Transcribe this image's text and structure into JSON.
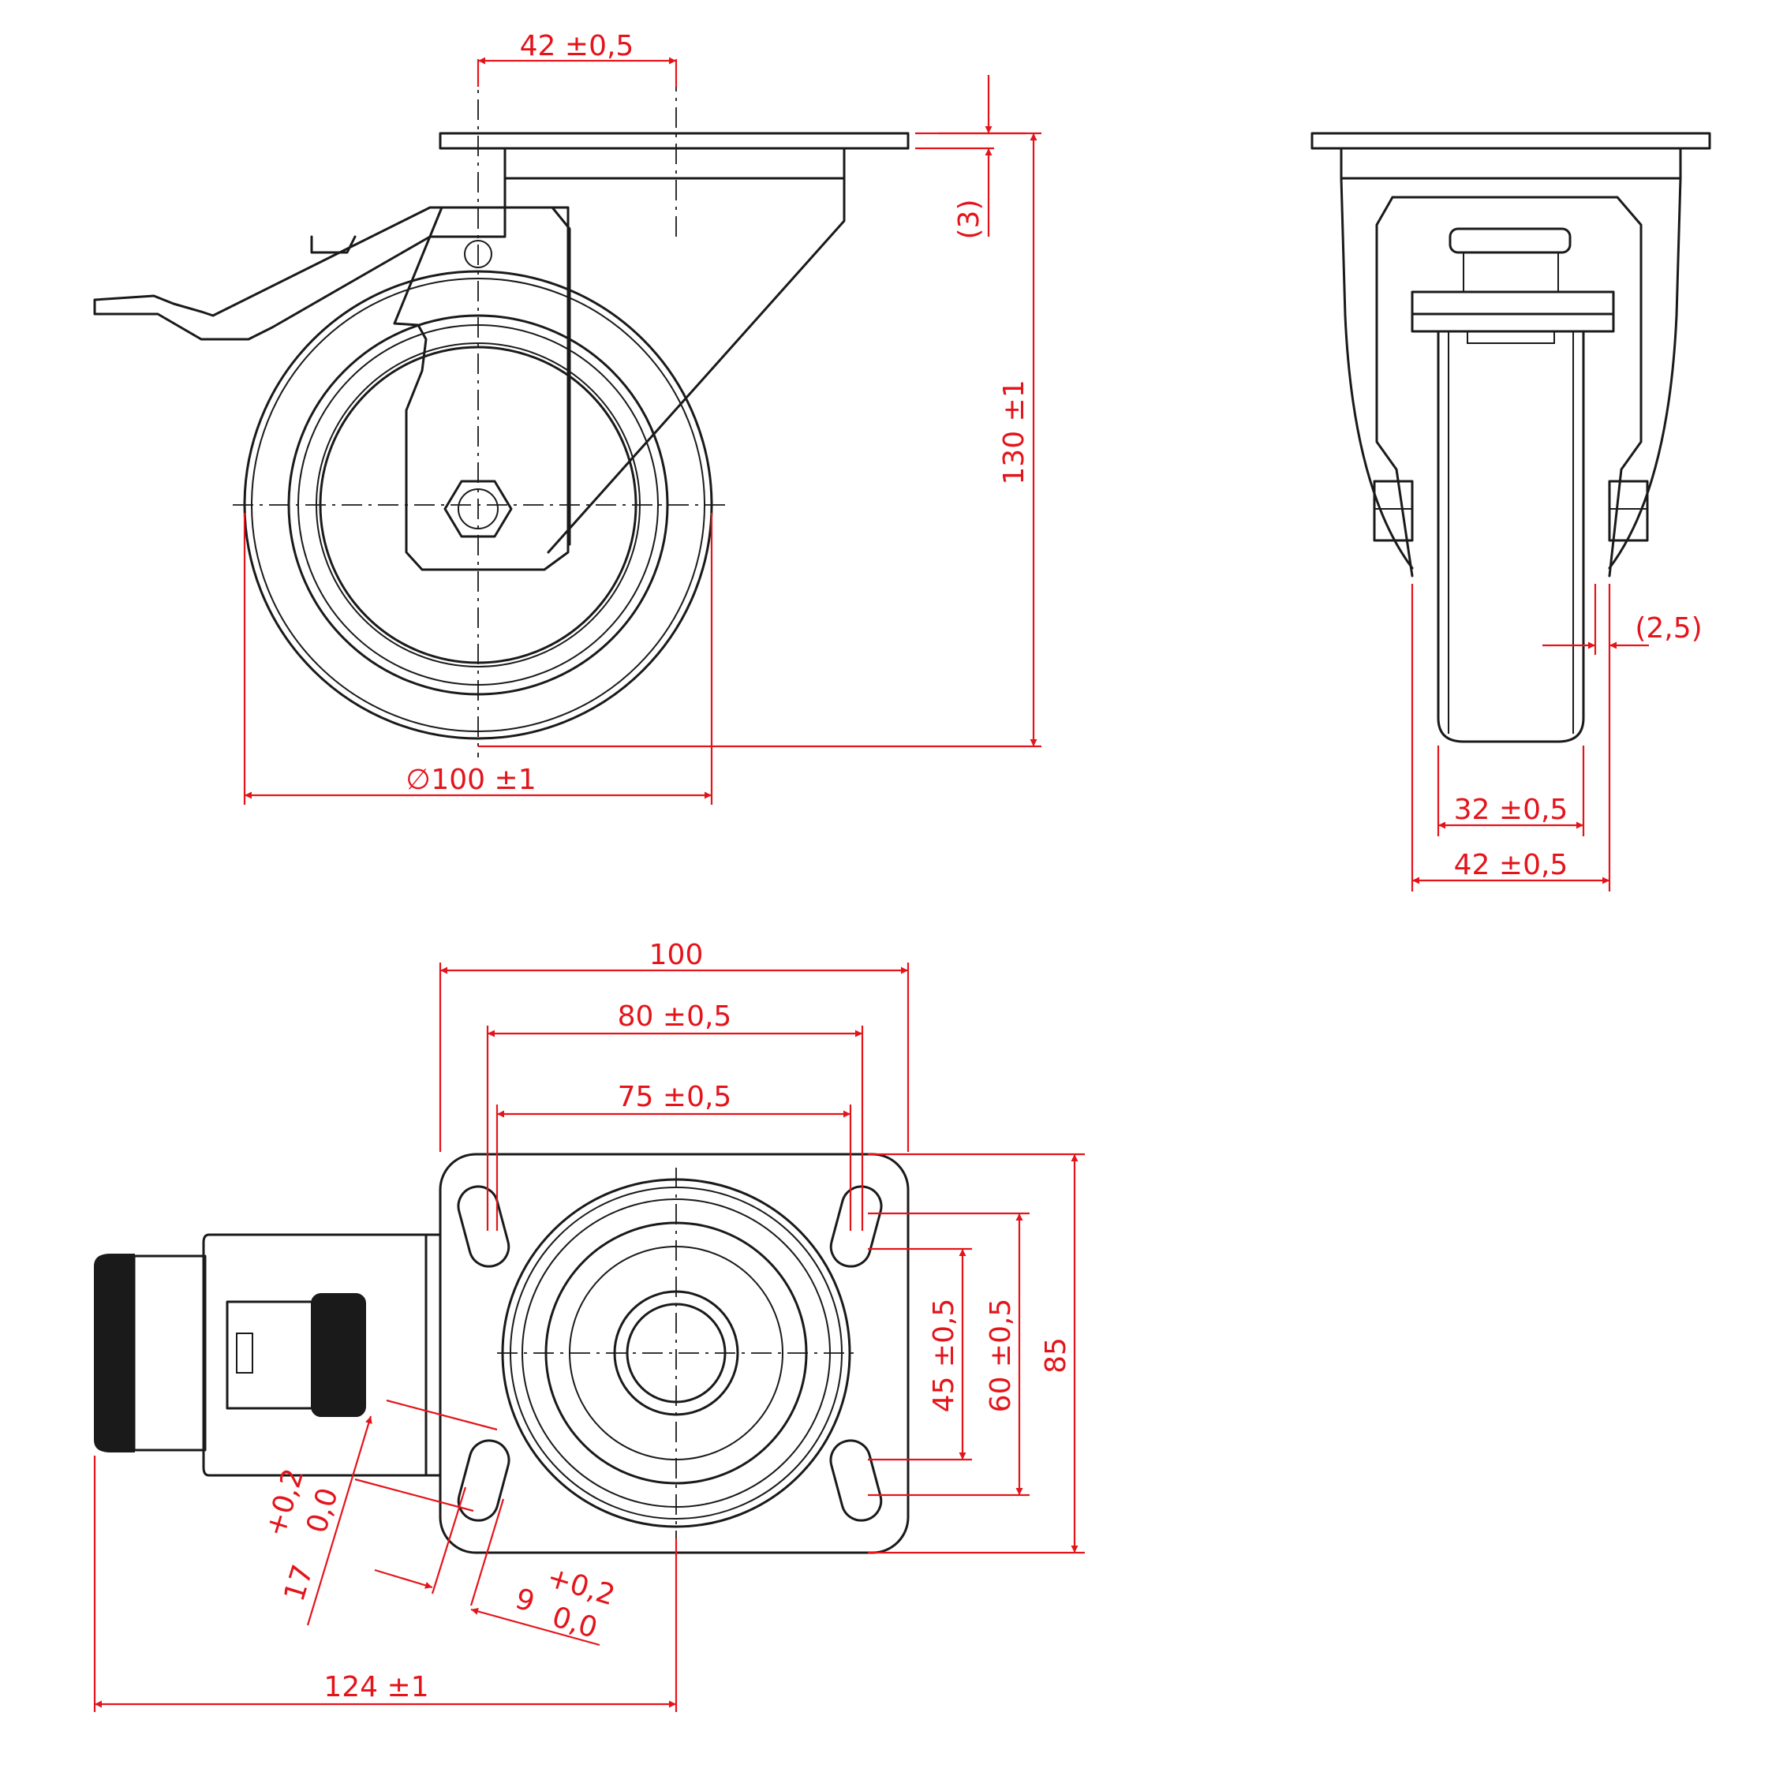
{
  "colors": {
    "dimension": "#e4141b",
    "outline": "#1a1a1a",
    "background": "#ffffff"
  },
  "side_view": {
    "dim_axis_offset": "42 ±0,5",
    "dim_plate_thickness": "(3)",
    "dim_total_height": "130 ±1",
    "dim_wheel_diameter": "100 ±1",
    "diameter_symbol": "∅"
  },
  "front_view": {
    "dim_tread_width": "32 ±0,5",
    "dim_total_width": "42 ±0,5",
    "dim_gap": "(2,5)"
  },
  "top_view": {
    "dim_plate_width": "100",
    "dim_hole_spacing_outer": "80 ±0,5",
    "dim_hole_spacing_inner": "75 ±0,5",
    "dim_plate_depth": "85",
    "dim_hole_pitch_outer": "60 ±0,5",
    "dim_hole_pitch_inner": "45 ±0,5",
    "dim_slot_length": "17",
    "dim_slot_length_tol_upper": "+0,2",
    "dim_slot_length_tol_lower": "0,0",
    "dim_slot_width": "9",
    "dim_slot_width_tol_upper": "+0,2",
    "dim_slot_width_tol_lower": "0,0",
    "dim_brake_reach": "124 ±1"
  }
}
